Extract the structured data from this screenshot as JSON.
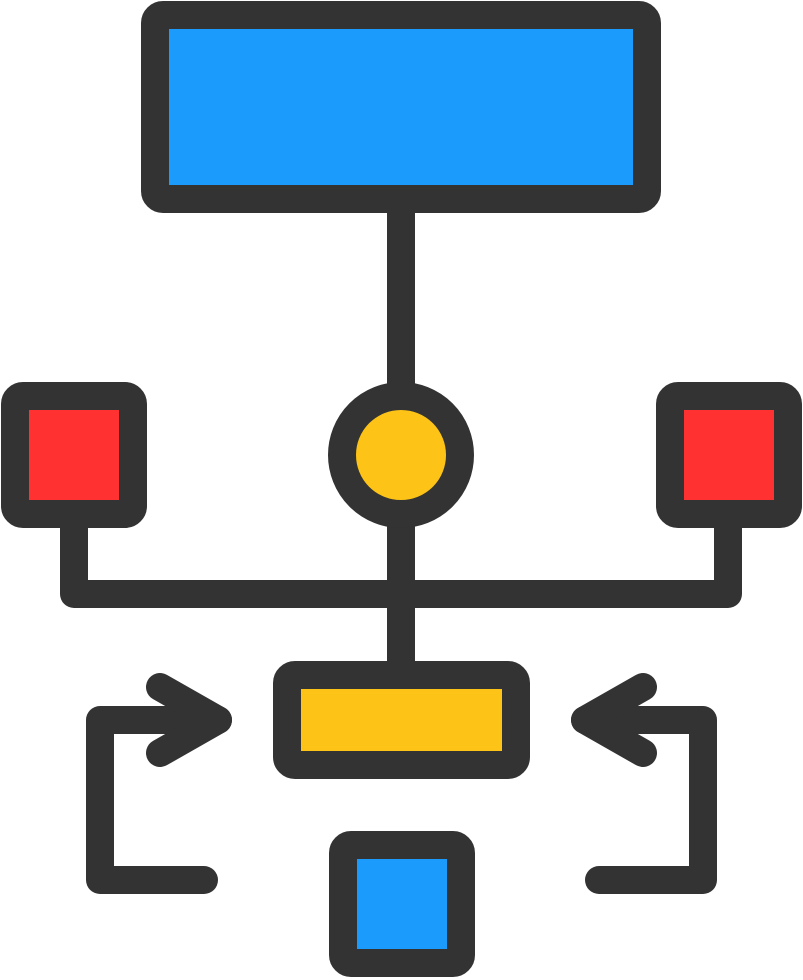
{
  "icon": {
    "name": "workflow-diagram-icon",
    "colors": {
      "outline": "#333333",
      "primary_blue": "#1b9cfc",
      "accent_red": "#ff3131",
      "accent_yellow": "#fdc417",
      "background": "#ffffff"
    },
    "parts": [
      "top-rectangle",
      "center-circle-node",
      "left-square-node",
      "right-square-node",
      "middle-bar",
      "bottom-square",
      "left-loop-arrow",
      "right-loop-arrow"
    ]
  }
}
